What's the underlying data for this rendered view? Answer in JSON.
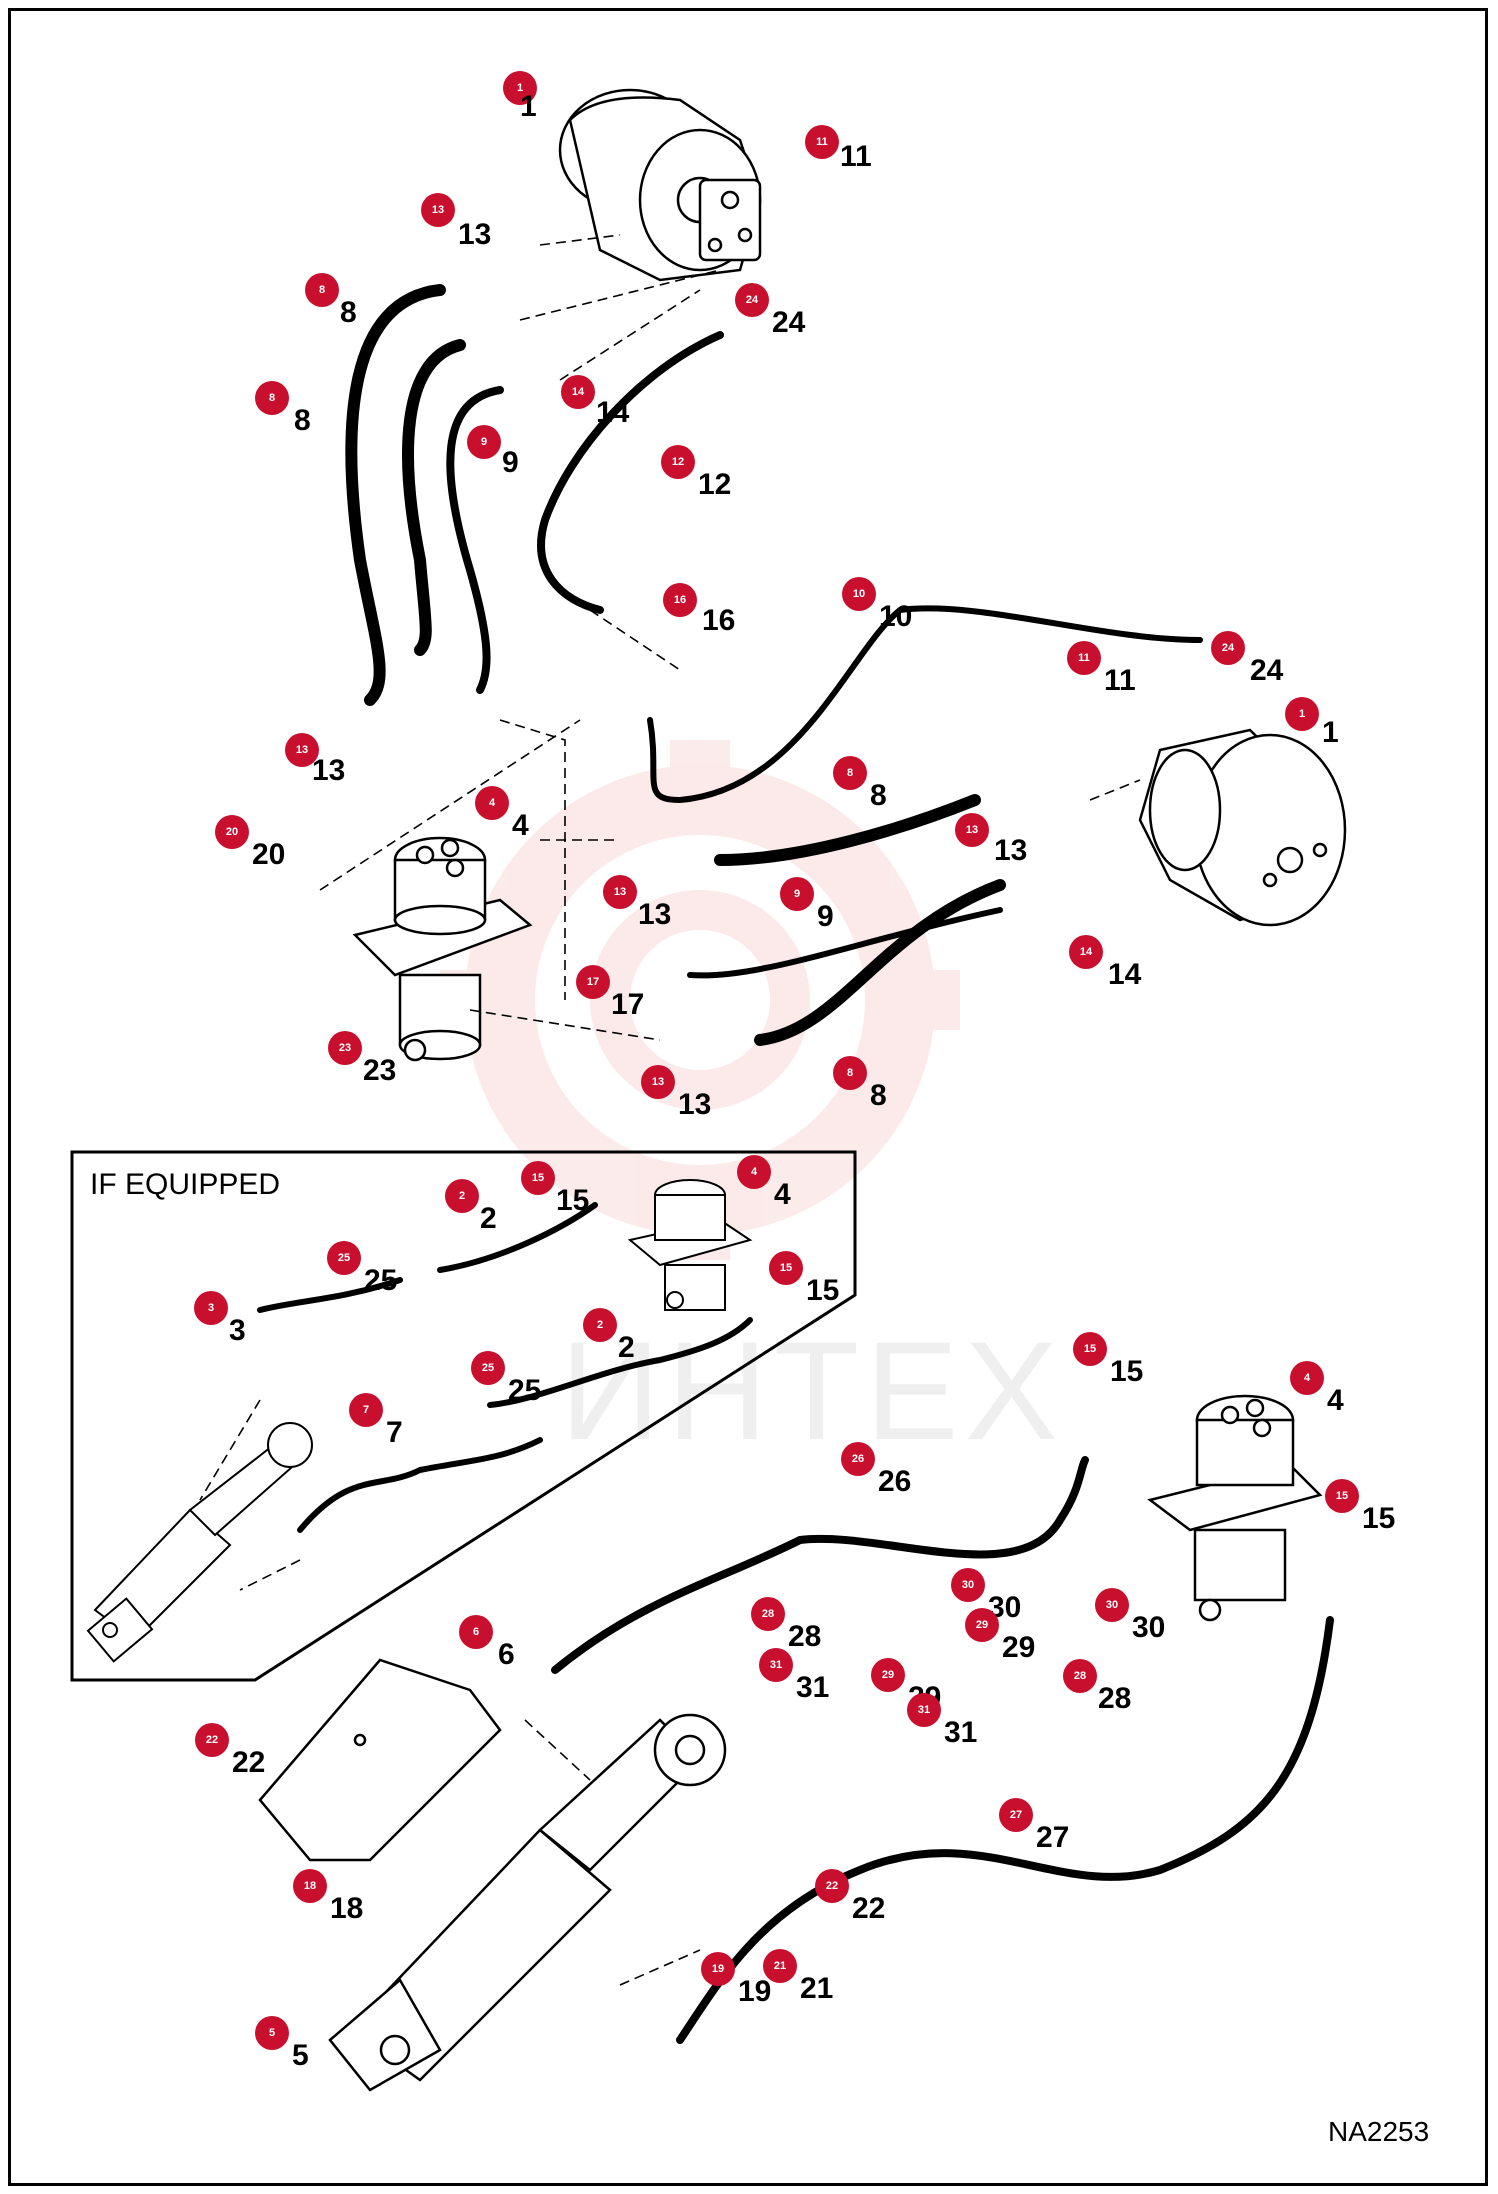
{
  "inset_title": "IF EQUIPPED",
  "diagram_code": "NA2253",
  "watermark_text": "ИНТЕХ",
  "colors": {
    "callout": "#c8102e",
    "hose": "#000000",
    "watermark": "#f6b6b6"
  },
  "callouts": [
    {
      "n": "1"
    },
    {
      "n": "11"
    },
    {
      "n": "13"
    },
    {
      "n": "8"
    },
    {
      "n": "24"
    },
    {
      "n": "14"
    },
    {
      "n": "8"
    },
    {
      "n": "9"
    },
    {
      "n": "12"
    },
    {
      "n": "16"
    },
    {
      "n": "10"
    },
    {
      "n": "11"
    },
    {
      "n": "24"
    },
    {
      "n": "1"
    },
    {
      "n": "13"
    },
    {
      "n": "4"
    },
    {
      "n": "8"
    },
    {
      "n": "13"
    },
    {
      "n": "20"
    },
    {
      "n": "13"
    },
    {
      "n": "9"
    },
    {
      "n": "14"
    },
    {
      "n": "17"
    },
    {
      "n": "23"
    },
    {
      "n": "13"
    },
    {
      "n": "8"
    },
    {
      "n": "15"
    },
    {
      "n": "4"
    },
    {
      "n": "2"
    },
    {
      "n": "25"
    },
    {
      "n": "15"
    },
    {
      "n": "3"
    },
    {
      "n": "2"
    },
    {
      "n": "25"
    },
    {
      "n": "7"
    },
    {
      "n": "15"
    },
    {
      "n": "4"
    },
    {
      "n": "26"
    },
    {
      "n": "15"
    },
    {
      "n": "30"
    },
    {
      "n": "28"
    },
    {
      "n": "29"
    },
    {
      "n": "31"
    },
    {
      "n": "29"
    },
    {
      "n": "30"
    },
    {
      "n": "6"
    },
    {
      "n": "28"
    },
    {
      "n": "31"
    },
    {
      "n": "22"
    },
    {
      "n": "27"
    },
    {
      "n": "18"
    },
    {
      "n": "22"
    },
    {
      "n": "19"
    },
    {
      "n": "21"
    },
    {
      "n": "5"
    }
  ]
}
